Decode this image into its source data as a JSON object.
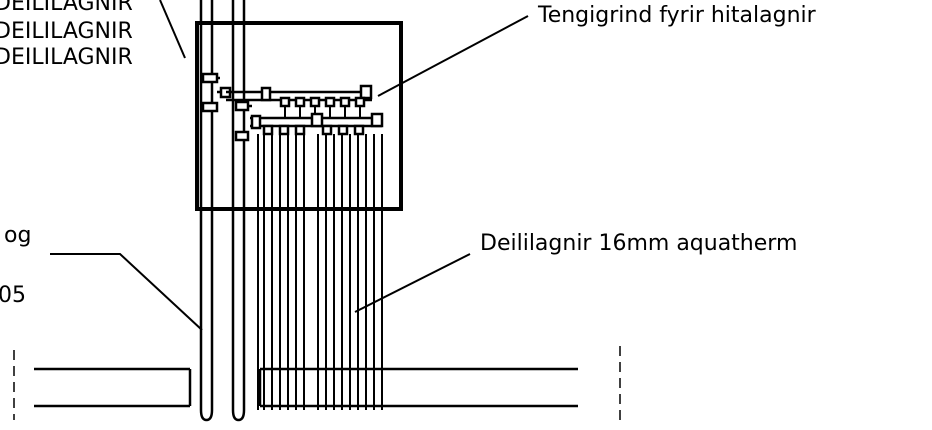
{
  "labels": {
    "deili_1": "DEILILAGNIR",
    "deili_2": "DEILILAGNIR",
    "deili_3": "DEILILAGNIR",
    "tengigrind": "Tengigrind fyrir hitalagnir",
    "og": "og",
    "num_05": "05",
    "deililagnir_16mm": "Deililagnir 16mm aquatherm"
  }
}
